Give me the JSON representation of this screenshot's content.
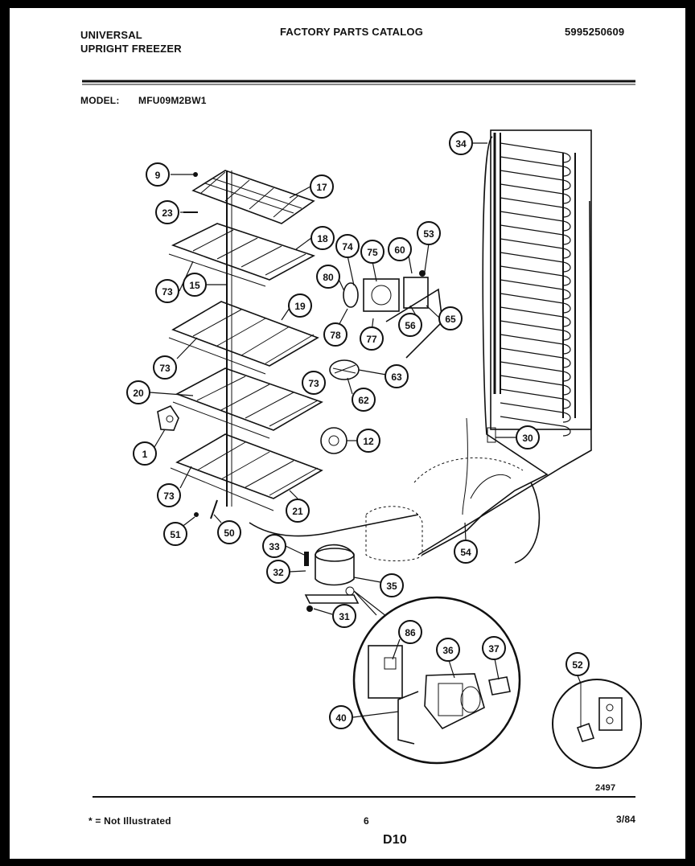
{
  "header": {
    "brand_line1": "UNIVERSAL",
    "brand_line2": "UPRIGHT FREEZER",
    "catalog_title": "FACTORY PARTS CATALOG",
    "catalog_number": "5995250609",
    "model_label": "MODEL:",
    "model_value": "MFU09M2BW1"
  },
  "callouts": [
    "9",
    "17",
    "23",
    "18",
    "74",
    "75",
    "60",
    "53",
    "80",
    "73",
    "15",
    "56",
    "65",
    "19",
    "78",
    "77",
    "73",
    "63",
    "20",
    "73",
    "62",
    "1",
    "12",
    "30",
    "34",
    "73",
    "21",
    "51",
    "50",
    "54",
    "33",
    "32",
    "35",
    "31",
    "86",
    "36",
    "37",
    "40",
    "52"
  ],
  "footer": {
    "drawing_number": "2497",
    "note": "* = Not Illustrated",
    "page_number": "6",
    "date": "3/84",
    "section_code": "D10"
  }
}
